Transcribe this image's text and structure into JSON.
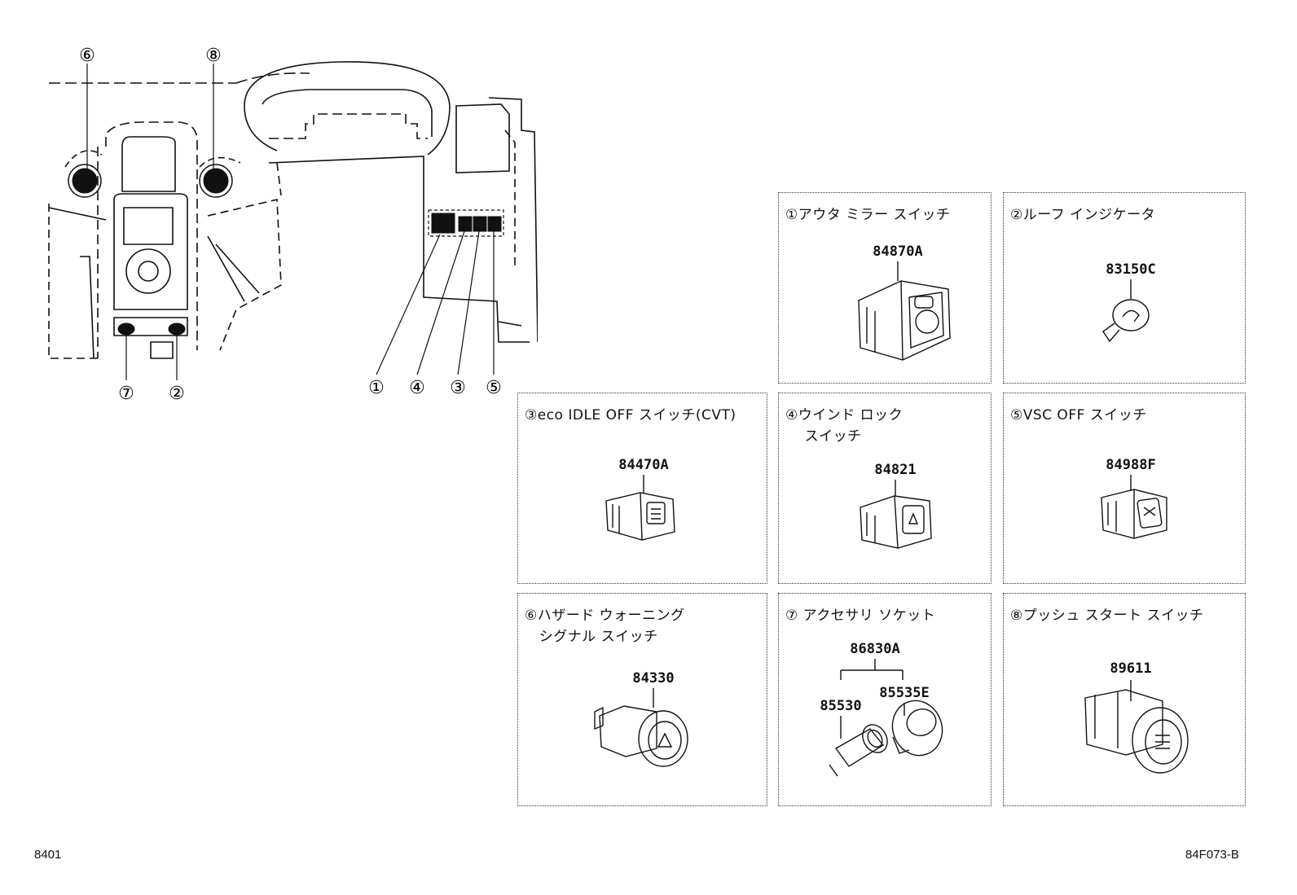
{
  "callouts": [
    "⑥",
    "⑧",
    "⑦",
    "②",
    "①",
    "④",
    "③",
    "⑤"
  ],
  "panels": [
    {
      "title": "①アウタ ミラー スイッチ",
      "parts": [
        "84870A"
      ]
    },
    {
      "title": "②ルーフ インジケータ",
      "parts": [
        "83150C"
      ]
    },
    {
      "title": "③eco IDLE OFF スイッチ(CVT)",
      "parts": [
        "84470A"
      ]
    },
    {
      "title": "④ウインド ロック\n    スイッチ",
      "parts": [
        "84821"
      ]
    },
    {
      "title": "⑤VSC OFF スイッチ",
      "parts": [
        "84988F"
      ]
    },
    {
      "title": "⑥ハザード ウォーニング\n   シグナル スイッチ",
      "parts": [
        "84330"
      ]
    },
    {
      "title": "⑦ アクセサリ ソケット",
      "parts": [
        "86830A",
        "85530",
        "85535E"
      ]
    },
    {
      "title": "⑧プッシュ スタート スイッチ",
      "parts": [
        "89611"
      ]
    }
  ],
  "footer": {
    "left": "8401",
    "right": "84F073-B"
  }
}
